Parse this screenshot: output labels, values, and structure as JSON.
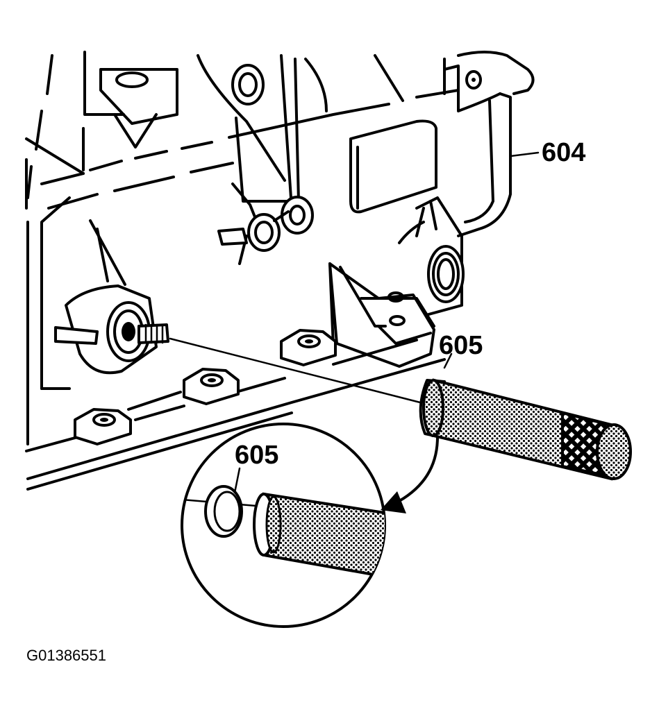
{
  "callouts": {
    "part_604": "604",
    "part_605_main": "605",
    "part_605_detail": "605"
  },
  "figure_id": "G01386551",
  "colors": {
    "ink": "#000000",
    "paper": "#ffffff"
  }
}
